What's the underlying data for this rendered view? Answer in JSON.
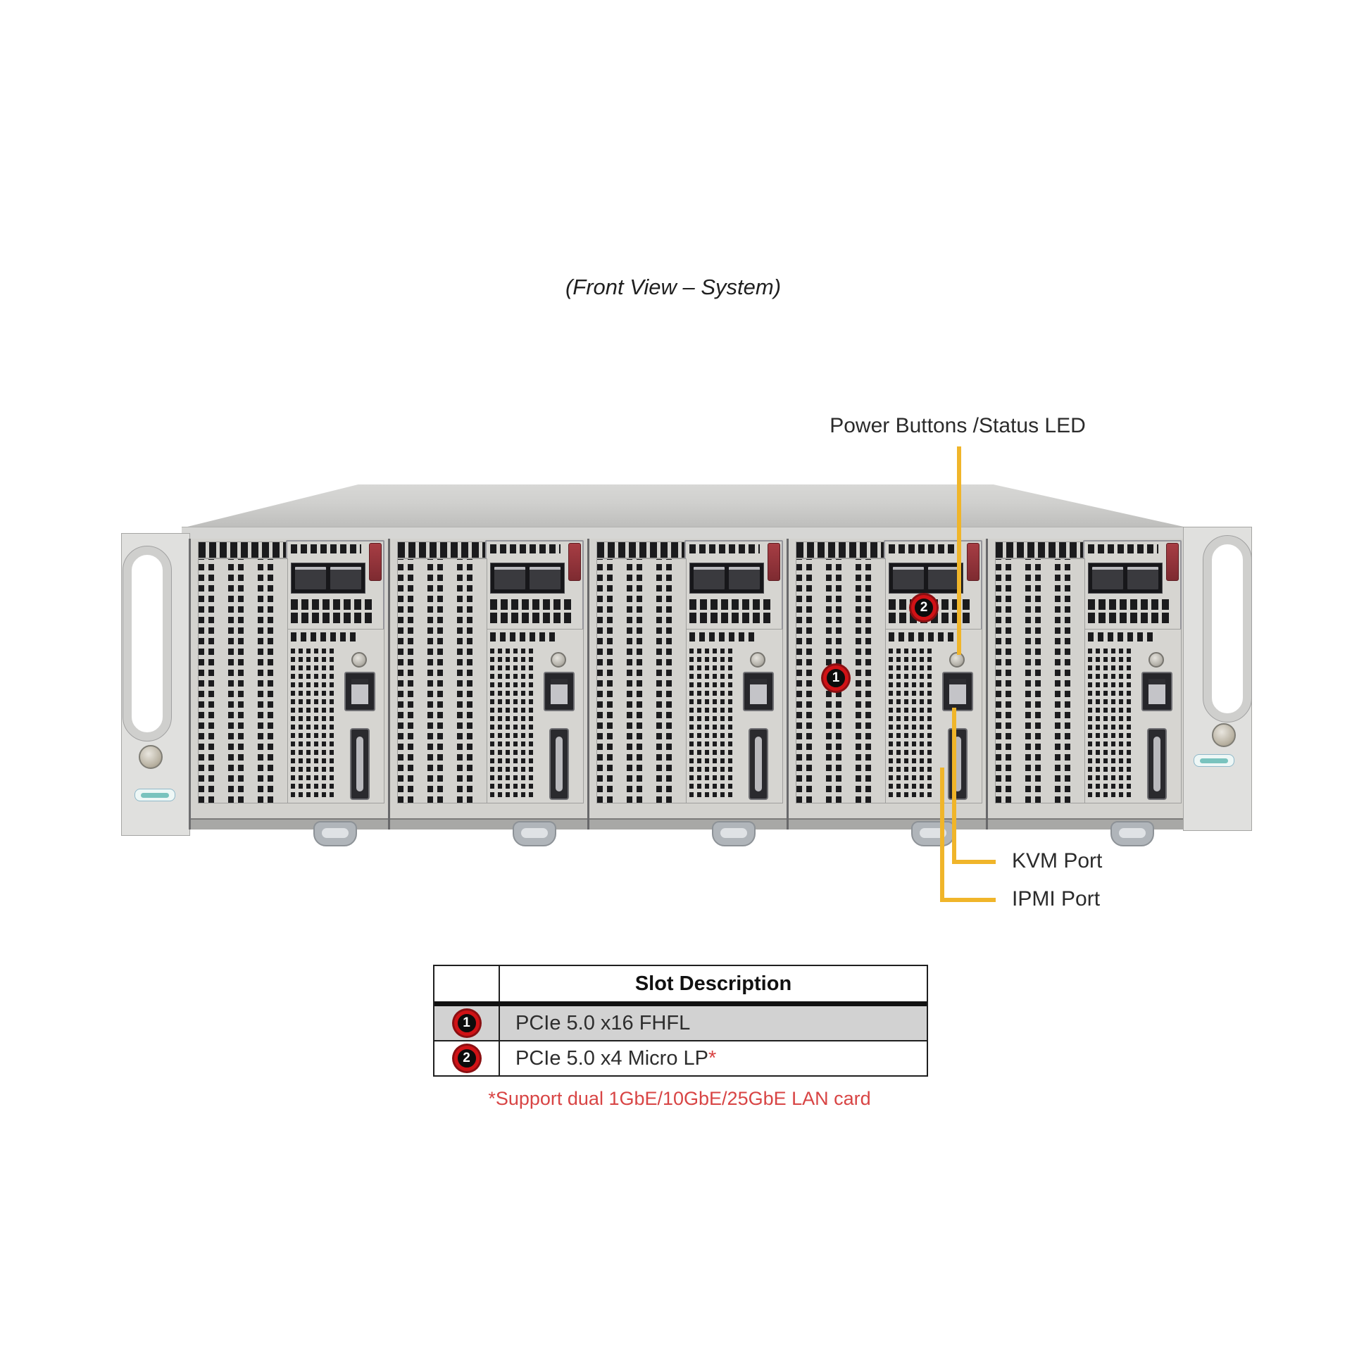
{
  "title": "(Front View – System)",
  "callouts": {
    "power": "Power Buttons /Status LED",
    "kvm": "KVM Port",
    "ipmi": "IPMI Port"
  },
  "badges": {
    "slot1": "1",
    "slot2": "2"
  },
  "chassis": {
    "node_count": 5
  },
  "table": {
    "header": "Slot Description",
    "rows": [
      {
        "badge": "1",
        "description": "PCIe 5.0 x16 FHFL",
        "asterisk": "",
        "shaded": true
      },
      {
        "badge": "2",
        "description": "PCIe 5.0 x4 Micro LP",
        "asterisk": "*",
        "shaded": false
      }
    ],
    "footnote": "*Support dual 1GbE/10GbE/25GbE LAN card"
  },
  "colors": {
    "callout_line": "#f0b52a",
    "badge_ring": "#d01216",
    "badge_ring_dark": "#8a0f12",
    "footnote_red": "#d84444",
    "row_shade": "#d2d2d2"
  }
}
